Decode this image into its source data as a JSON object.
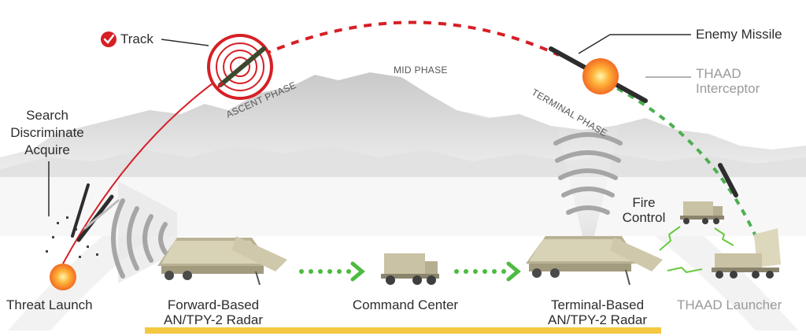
{
  "labels": {
    "track": "Track",
    "search": "Search",
    "discriminate": "Discriminate",
    "acquire": "Acquire",
    "threat_launch": "Threat Launch",
    "forward_radar_line1": "Forward-Based",
    "forward_radar_line2": "AN/TPY-2 Radar",
    "command_center": "Command Center",
    "terminal_radar_line1": "Terminal-Based",
    "terminal_radar_line2": "AN/TPY-2 Radar",
    "thaad_launcher": "THAAD Launcher",
    "fire_control_line1": "Fire",
    "fire_control_line2": "Control",
    "enemy_missile": "Enemy Missile",
    "thaad_interceptor_line1": "THAAD",
    "thaad_interceptor_line2": "Interceptor"
  },
  "phases": {
    "ascent": "ASCENT PHASE",
    "mid": "MID PHASE",
    "terminal": "TERMINAL PHASE"
  },
  "colors": {
    "threat_path": "#d61f26",
    "interceptor_path": "#4caf50",
    "data_link": "#4cbb3f",
    "baseline": "#f5c842",
    "label_dark": "#2d2d2d",
    "label_grey": "#9a9a9a",
    "vehicle_tan": "#c9c2a4"
  },
  "icons": {
    "track_check": "check-circle-icon",
    "link_arrow": "chevron-right-icon"
  }
}
